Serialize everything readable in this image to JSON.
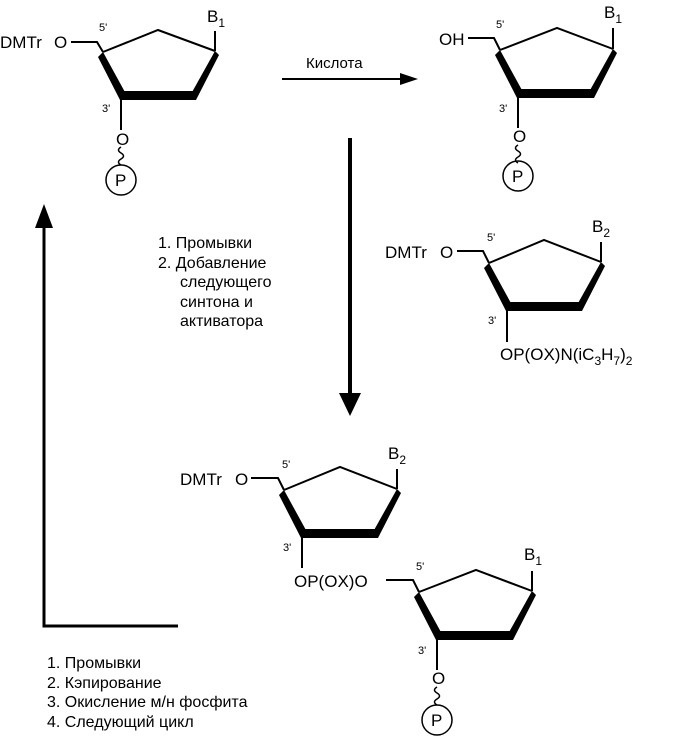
{
  "molecules": {
    "m1": {
      "group5": "DMTr",
      "pos5": "5'",
      "pos3": "3'",
      "base": "B",
      "base_sub": "1",
      "o3": "O",
      "support": "P"
    },
    "m2": {
      "group5": "OH",
      "pos5": "5'",
      "pos3": "3'",
      "base": "B",
      "base_sub": "1",
      "o3": "O",
      "support": "P"
    },
    "m3": {
      "group5": "DMTr",
      "pos5": "5'",
      "pos3": "3'",
      "base": "B",
      "base_sub": "2",
      "r_a": "OP(OX)N(iC",
      "r_b": "3",
      "r_c": "H",
      "r_d": "7",
      "r_e": ")",
      "r_f": "2"
    },
    "m4": {
      "group5": "DMTr",
      "pos5": "5'",
      "pos3": "3'",
      "base": "B",
      "base_sub": "2",
      "link": "OP(OX)O"
    },
    "m5": {
      "pos5": "5'",
      "pos3": "3'",
      "base": "B",
      "base_sub": "1",
      "o3": "O",
      "support": "P"
    }
  },
  "reagent_top": "Кислота",
  "steps_middle": [
    "1. Промывки",
    "2. Добавление",
    "следующего",
    "синтона и",
    "активатора"
  ],
  "steps_bottom": [
    "1. Промывки",
    "2. Кэпирование",
    "3. Окисление м/н фосфита",
    "4. Следующий цикл"
  ]
}
